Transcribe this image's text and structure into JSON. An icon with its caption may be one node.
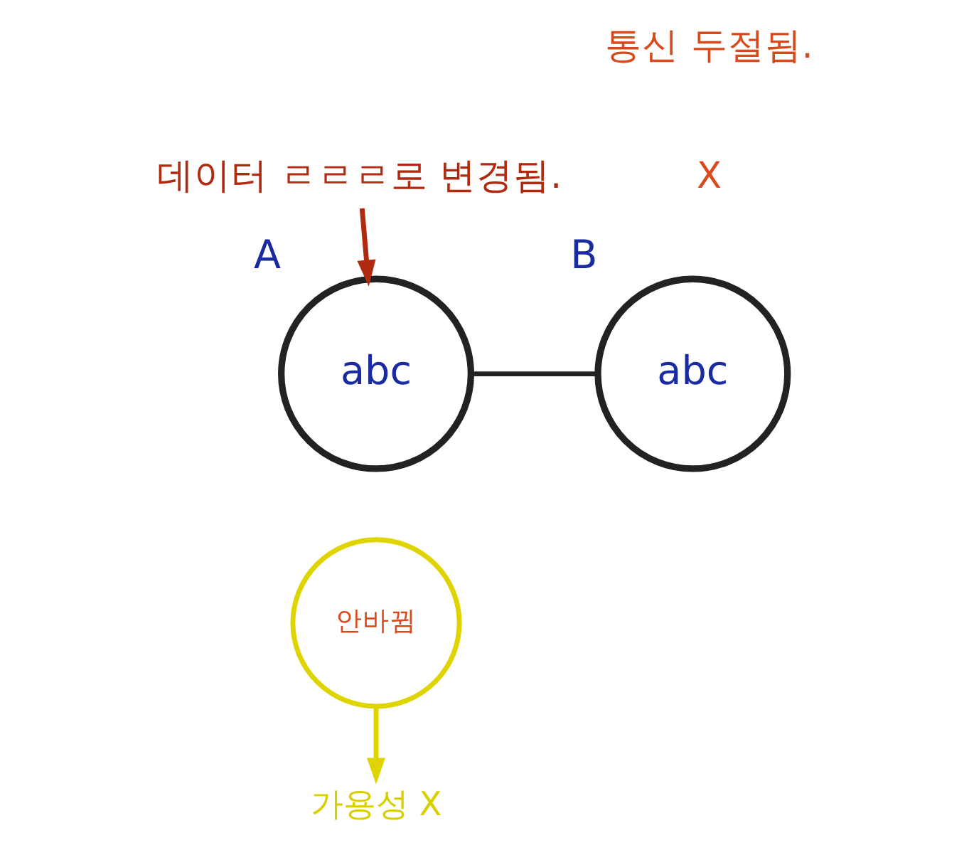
{
  "diagram": {
    "nodes": [
      {
        "text": [
          "abc"
        ],
        "beside": [
          "A"
        ]
      },
      {
        "text": [
          "abc"
        ],
        "beside": [
          "B"
        ]
      },
      {
        "text": [
          "안바뀜"
        ]
      },
      {
        "text": [
          "가용성 X"
        ]
      },
      {
        "text": [
          "데이터 ㄹㄹㄹ로 변경됨."
        ]
      }
    ],
    "edges": [
      {
        "from": 0,
        "to": 1,
        "arrow": "none"
      },
      {
        "from": 2,
        "to": 3,
        "arrow": "to",
        "color": "#e0d400"
      },
      {
        "from": 4,
        "to": 0,
        "arrow": "to",
        "color": "#b02a10"
      }
    ],
    "labels": [
      "통신 두절됨.",
      "X"
    ]
  }
}
